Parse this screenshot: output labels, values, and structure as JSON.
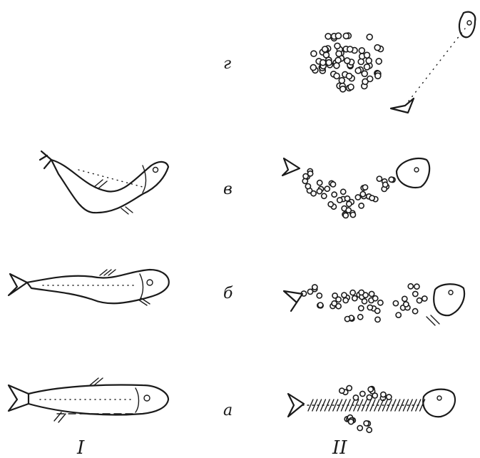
{
  "rows": [
    {
      "label": "г"
    },
    {
      "label": "в"
    },
    {
      "label": "б"
    },
    {
      "label": "а"
    }
  ],
  "columns": [
    {
      "label": "I"
    },
    {
      "label": "II"
    }
  ]
}
